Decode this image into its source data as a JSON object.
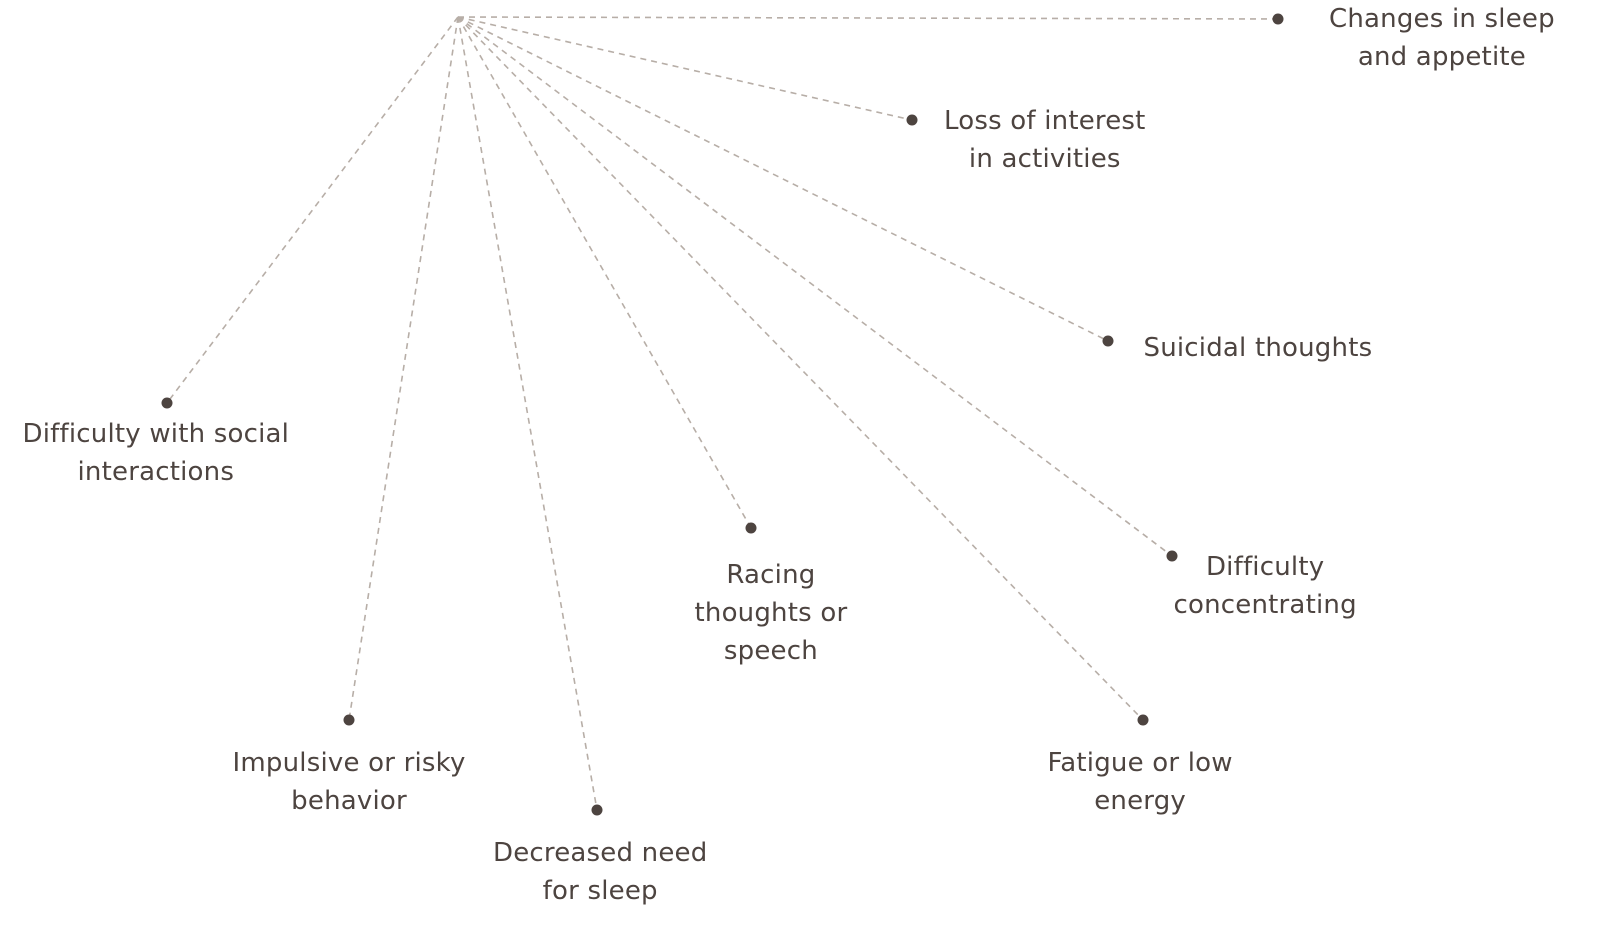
{
  "diagram": {
    "colors": {
      "line": "#b7aea7",
      "node": "#4d4440",
      "text": "#4d4440",
      "background": "#ffffff"
    },
    "nodes": [
      {
        "id": "changes-sleep-appetite",
        "label": "Changes in sleep\nand appetite"
      },
      {
        "id": "loss-of-interest",
        "label": "Loss of interest\nin activities"
      },
      {
        "id": "suicidal-thoughts",
        "label": "Suicidal thoughts"
      },
      {
        "id": "difficulty-social",
        "label": "Difficulty with social\ninteractions"
      },
      {
        "id": "racing-thoughts",
        "label": "Racing\nthoughts or\nspeech"
      },
      {
        "id": "difficulty-concentrating",
        "label": "Difficulty\nconcentrating"
      },
      {
        "id": "impulsive-behavior",
        "label": "Impulsive or risky\nbehavior"
      },
      {
        "id": "fatigue",
        "label": "Fatigue or low\nenergy"
      },
      {
        "id": "decreased-sleep",
        "label": "Decreased need\nfor sleep"
      }
    ]
  }
}
